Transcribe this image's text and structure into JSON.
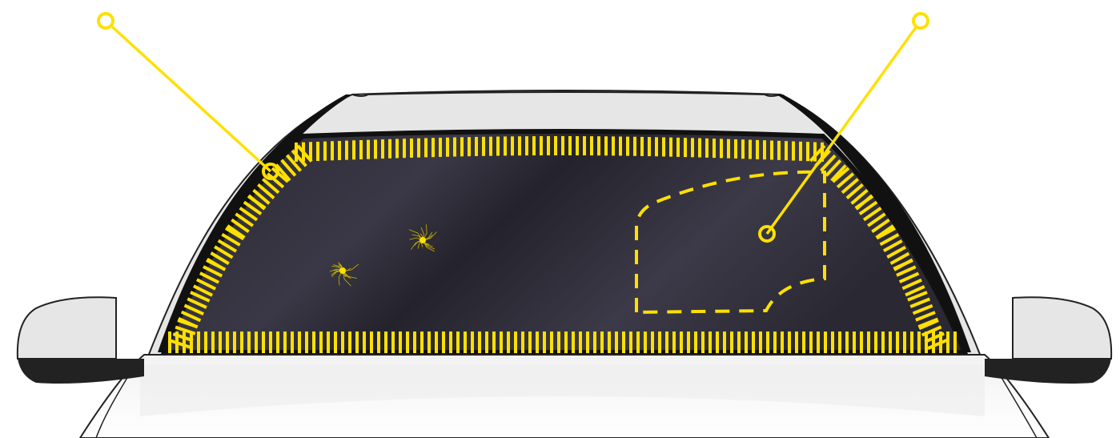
{
  "colors": {
    "accent": "#FFE000",
    "glass_dark": "#22202A",
    "body_light": "#E8E8E8",
    "trim_black": "#111111"
  },
  "diagram": {
    "callouts": [
      {
        "name": "edge-zone-callout",
        "icon": "callout-marker"
      },
      {
        "name": "wiper-zone-callout",
        "icon": "callout-marker"
      }
    ],
    "chips": [
      {
        "name": "chip-1",
        "icon": "crack-chip-icon"
      },
      {
        "name": "chip-2",
        "icon": "crack-chip-icon"
      }
    ]
  }
}
